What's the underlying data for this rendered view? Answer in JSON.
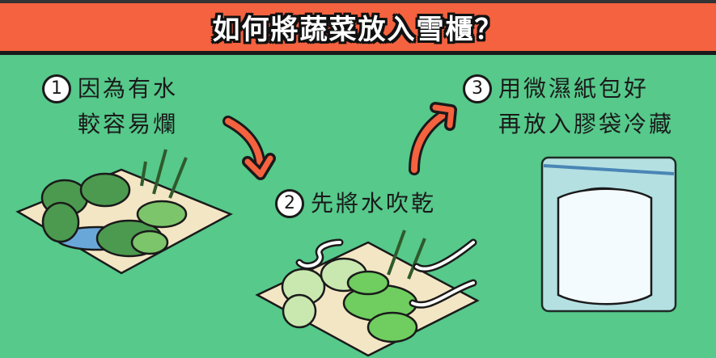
{
  "title": "如何將蔬菜放入雪櫃？",
  "steps": [
    {
      "num": "1",
      "line1": "因為有水",
      "line2": "較容易爛"
    },
    {
      "num": "2",
      "line1": "先將水吹乾"
    },
    {
      "num": "3",
      "line1": "用微濕紙包好",
      "line2": "再放入膠袋冷藏"
    }
  ],
  "colors": {
    "header": "#f5623f",
    "background": "#56c98b",
    "arrow": "#f5623f"
  }
}
